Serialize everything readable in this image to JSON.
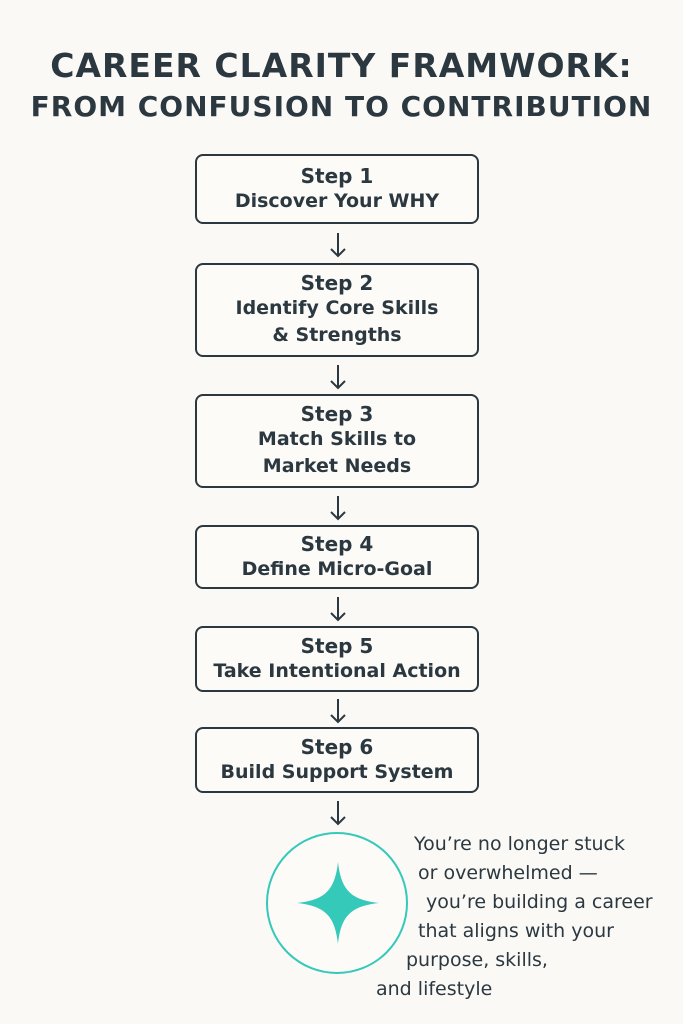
{
  "title": {
    "line1": "CAREER CLARITY FRAMWORK:",
    "line2": "FROM CONFUSION TO CONTRIBUTION"
  },
  "steps": [
    {
      "number": "Step 1",
      "label": "Discover Your WHY"
    },
    {
      "number": "Step 2",
      "label": "Identify Core Skills\n& Strengths"
    },
    {
      "number": "Step 3",
      "label": "Match Skills to\n     Market Needs"
    },
    {
      "number": "Step 4",
      "label": "Define Micro-Goal"
    },
    {
      "number": "Step 5",
      "label": "Take Intentional Action"
    },
    {
      "number": "Step 6",
      "label": "Build Support System"
    }
  ],
  "outcome": {
    "icon": "sparkle-icon",
    "accent_color": "#35c9b9",
    "lines": [
      "You’re no longer stuck",
      "or overwhelmed —",
      "you’re building a career",
      "that aligns with your",
      "purpose, skills,",
      "and lifestyle"
    ]
  }
}
